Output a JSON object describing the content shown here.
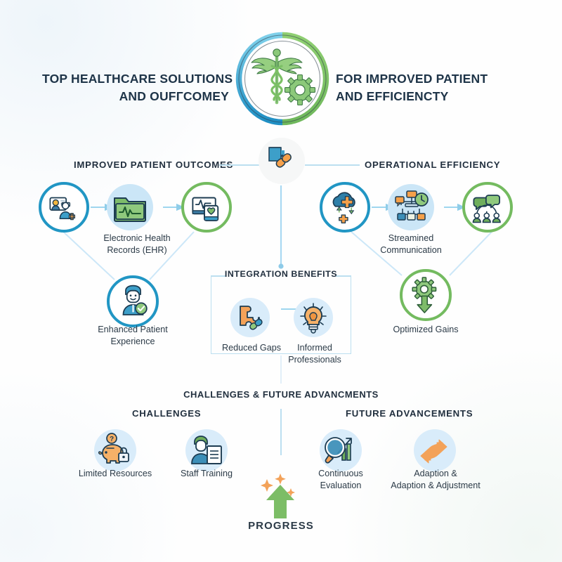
{
  "title": {
    "left_line1": "TOP HEALTHCARE SOLUTIONS",
    "left_line2": "AND OUFГCOMEY",
    "right_line1": "FOR IMPROVED PATIENT",
    "right_line2": "AND EFFICIENCTY"
  },
  "emblem": {
    "icon": "caduceus-gear-icon",
    "ring_left_color": "#2196c4",
    "ring_right_color": "#74bb60"
  },
  "bands": {
    "left_label": "IMPROVED PATIENT OUTCOMES",
    "right_label": "OPERATIONAL EFFICIENCY",
    "hub_icon": "puzzle-link-icon"
  },
  "left_branch": {
    "nodes": [
      {
        "icon": "doctor-patient-consult-icon",
        "label": "",
        "ring": "teal"
      },
      {
        "icon": "health-records-folder-icon",
        "label": "Electronic Health\nRecords (EHR)",
        "ring": "soft"
      },
      {
        "icon": "monitor-mobile-heart-icon",
        "label": "",
        "ring": "green"
      },
      {
        "icon": "patient-check-icon",
        "label": "Enhanced Patient\nExperience",
        "ring": "teal"
      }
    ],
    "label_ehr_line1": "Electronic Health",
    "label_ehr_line2": "Records (EHR)",
    "label_enhanced_line1": "Enhanced Patient",
    "label_enhanced_line2": "Experience"
  },
  "right_branch": {
    "label_comm_line1": "Streamined",
    "label_comm_line2": "Communication",
    "label_gains": "Optimized Gains",
    "icons": {
      "cloud": "cloud-sync-icon",
      "flow": "org-flowchart-clock-icon",
      "team": "team-chat-icon",
      "gear_arrow": "gear-down-arrow-icon"
    }
  },
  "integration": {
    "title": "INTEGRATION BENEFITS",
    "items": [
      {
        "icon": "puzzle-piece-icon",
        "label": "Reduced Gaps"
      },
      {
        "icon": "lightbulb-brain-icon",
        "label_line1": "Informed",
        "label_line2": "Professionals"
      }
    ]
  },
  "bottom": {
    "title": "CHALLENGES & FUTURE ADVANCMENTS",
    "left_label": "CHALLENGES",
    "right_label": "FUTURE ADVANCEMENTS",
    "challenges": [
      {
        "icon": "piggy-bank-lock-icon",
        "label": "Limited Resources"
      },
      {
        "icon": "staff-training-icon",
        "label": "Staff Training"
      }
    ],
    "advancements": [
      {
        "icon": "magnifier-chart-icon",
        "label_line1": "Continuous",
        "label_line2": "Evaluation"
      },
      {
        "icon": "curved-arrow-icon",
        "label_line1": "Adaption &",
        "label_line2": "Adaption & Adjustment"
      }
    ],
    "progress_label": "PROGRESS",
    "progress_icon": "up-arrow-sparkle-icon"
  },
  "palette": {
    "teal": "#2196c4",
    "green": "#74bb60",
    "orange": "#f5a04a",
    "pale_blue": "#cbe6f7",
    "line_blue": "#bcdff0",
    "ink": "#22303f"
  }
}
